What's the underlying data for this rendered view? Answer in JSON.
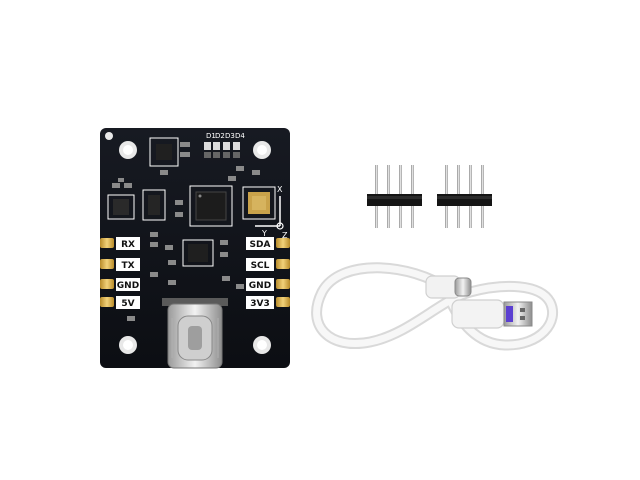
{
  "board": {
    "left_labels": [
      "RX",
      "TX",
      "GND",
      "5V"
    ],
    "right_labels": [
      "SDA",
      "SCL",
      "GND",
      "3V3"
    ],
    "led_labels": [
      "D1",
      "D2",
      "D3",
      "D4"
    ],
    "axis_labels": {
      "x": "X",
      "y": "Y",
      "z": "Z"
    }
  },
  "colors": {
    "pcb": "#101218",
    "silkscreen": "#ffffff",
    "gold_pad": "#d9b24c",
    "header_plastic": "#111111",
    "header_pin": "#c9c9c9",
    "cable": "#f4f4f4",
    "usb_tongue": "#5b3fd1"
  },
  "accessories": {
    "pin_headers": 2,
    "pins_per_header": 4,
    "cable": "usb-c-to-usb-a"
  }
}
